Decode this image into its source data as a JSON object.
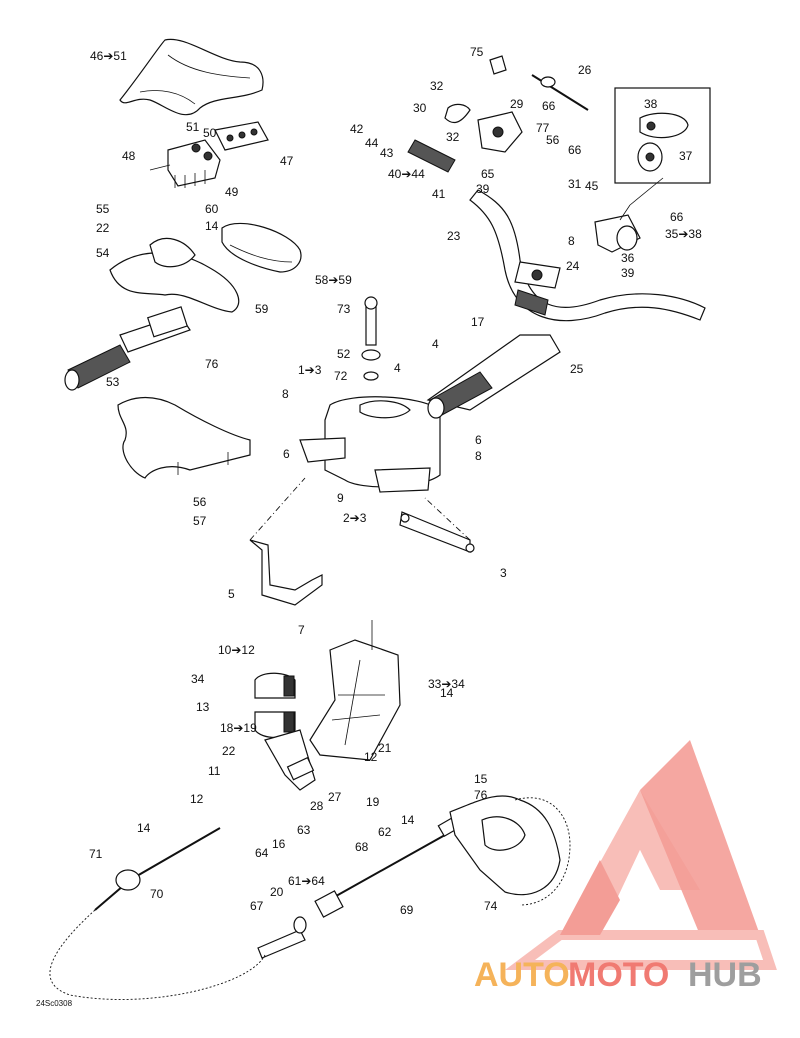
{
  "diagram": {
    "code": "24Sc0308",
    "callouts": [
      "46➔51",
      "51",
      "50",
      "48",
      "47",
      "49",
      "55",
      "22",
      "60",
      "14",
      "54",
      "58➔59",
      "59",
      "76",
      "53",
      "56",
      "57",
      "75",
      "26",
      "32",
      "30",
      "29",
      "66",
      "42",
      "44",
      "43",
      "32",
      "77",
      "56",
      "66",
      "40➔44",
      "65",
      "39",
      "41",
      "38",
      "37",
      "31",
      "45",
      "66",
      "23",
      "35➔38",
      "8",
      "24",
      "36",
      "39",
      "17",
      "4",
      "25",
      "73",
      "52",
      "72",
      "4",
      "1➔3",
      "8",
      "6",
      "8",
      "6",
      "9",
      "2➔3",
      "3",
      "5",
      "7",
      "10➔12",
      "34",
      "33➔34",
      "14",
      "13",
      "18➔19",
      "22",
      "21",
      "12",
      "11",
      "28",
      "27",
      "19",
      "12",
      "63",
      "15",
      "76",
      "14",
      "64",
      "16",
      "14",
      "71",
      "62",
      "68",
      "70",
      "61➔64",
      "74",
      "20",
      "67",
      "69",
      "61➔64"
    ]
  },
  "watermark": {
    "text_part1": "AUTO",
    "text_part2": "MOTO",
    "text_part3": "HUB",
    "color_primary": "#f07a72",
    "color_secondary": "#f5b35a",
    "color_tertiary": "#9e9e9e"
  }
}
